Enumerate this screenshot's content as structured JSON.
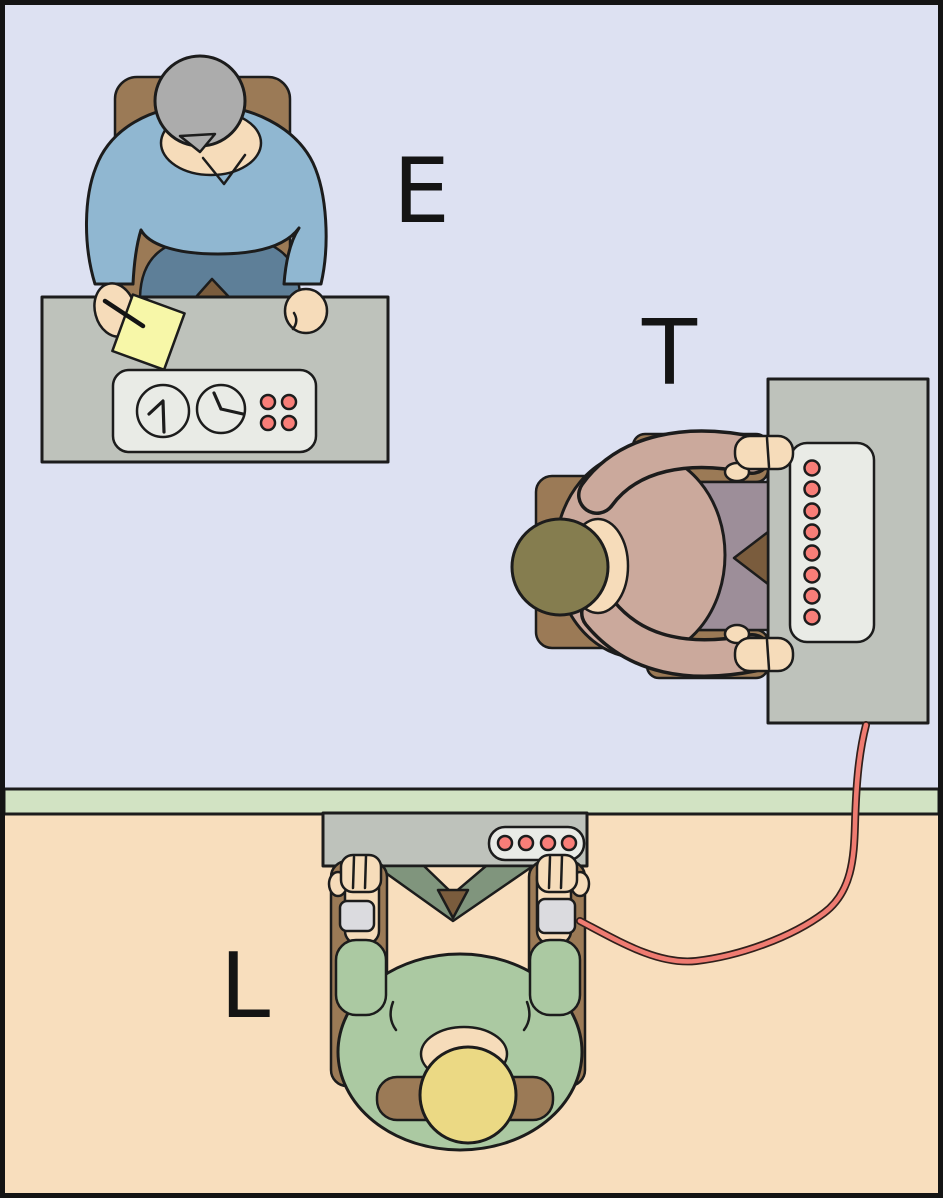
{
  "labels": {
    "experimenter": "E",
    "teacher": "T",
    "learner": "L"
  },
  "colors": {
    "experiment_room_bg": "#dde1f2",
    "learner_room_bg": "#f8debd",
    "partition_wall": "#d2e3c3",
    "desk_gray": "#bec2bb",
    "panel_face": "#e9ebe6",
    "button_red": "#f87e78",
    "wire_red": "#ef7b71",
    "paper_yellow": "#f7f7a8",
    "experimenter_sweater": "#90b7d1",
    "experimenter_trousers": "#5e7f98",
    "experimenter_hair": "#acacac",
    "teacher_shirt": "#cba99c",
    "teacher_hair": "#857d4f",
    "learner_shirt": "#abc9a2",
    "learner_hair": "#ebd984",
    "learner_trousers": "#80957d",
    "chair_wood": "#9b7a56",
    "chair_seat_mauve": "#9d8e99",
    "skin": "#f6dcba",
    "strap_gray": "#dbdbdf",
    "outline": "#1c1c1c"
  },
  "equipment": {
    "experimenter_console": {
      "dial_count": 2,
      "button_count": 4
    },
    "shock_generator": {
      "button_count": 8
    },
    "learner_answer_box": {
      "button_count": 4
    },
    "wrist_strap_count": 2
  }
}
